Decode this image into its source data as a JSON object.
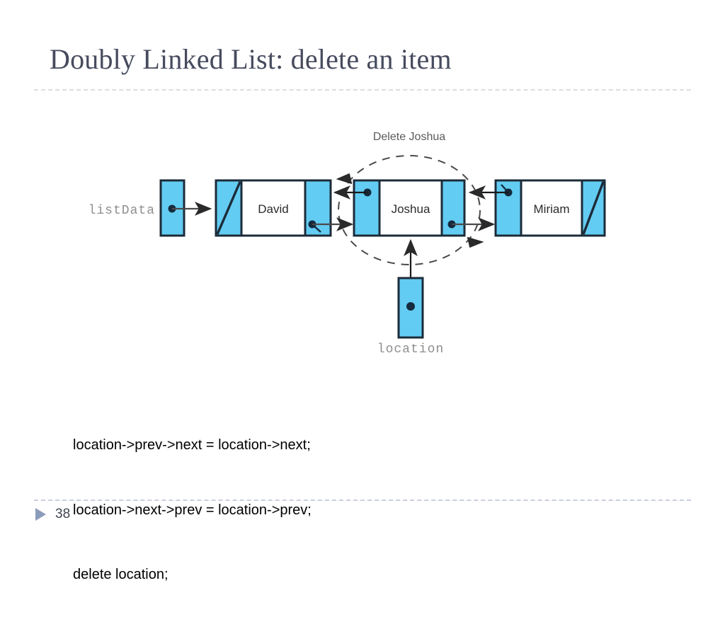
{
  "slide": {
    "title": "Doubly Linked List: delete an item",
    "page_number": "38"
  },
  "diagram": {
    "annotation": "Delete Joshua",
    "head_pointer_label": "listData",
    "location_pointer_label": "location",
    "nodes": [
      {
        "name": "david",
        "label": "David",
        "prev": "null",
        "next": "pointer"
      },
      {
        "name": "joshua",
        "label": "Joshua",
        "prev": "pointer",
        "next": "pointer"
      },
      {
        "name": "miriam",
        "label": "Miriam",
        "prev": "pointer",
        "next": "null"
      }
    ],
    "colors": {
      "cell_fill": "#63ccf2",
      "outline": "#1c2b39",
      "arrow": "#3c3c3c",
      "dashed_ellipse": "#4a4a4a"
    }
  },
  "code": {
    "line1": "location->prev->next = location->next;",
    "line2": "location->next->prev = location->prev;",
    "line3": "delete location;"
  }
}
